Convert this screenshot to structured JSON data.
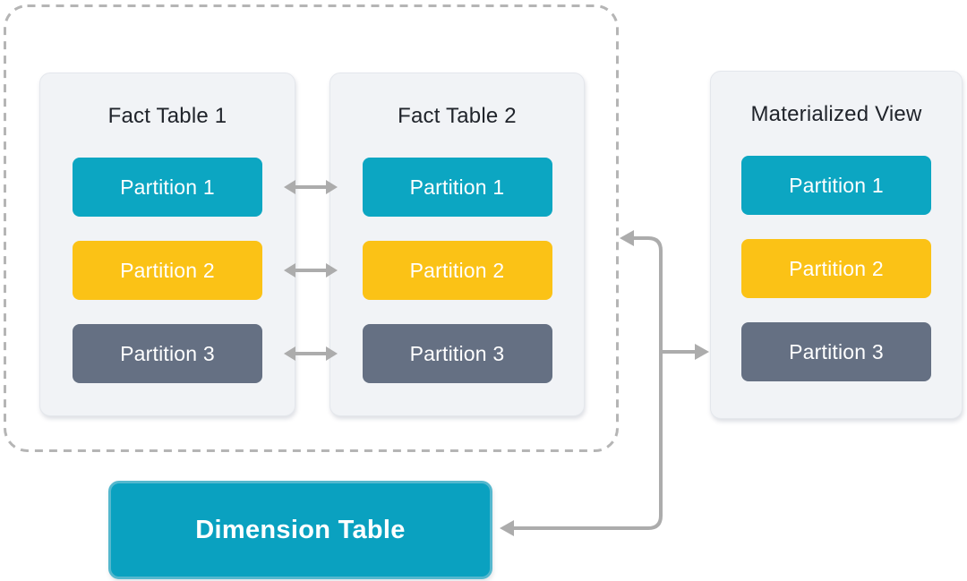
{
  "group": {
    "fact_table_1": {
      "title": "Fact Table 1",
      "partitions": [
        "Partition 1",
        "Partition 2",
        "Partition 3"
      ]
    },
    "fact_table_2": {
      "title": "Fact Table 2",
      "partitions": [
        "Partition 1",
        "Partition 2",
        "Partition 3"
      ]
    }
  },
  "materialized_view": {
    "title": "Materialized View",
    "partitions": [
      "Partition 1",
      "Partition 2",
      "Partition 3"
    ]
  },
  "dimension_table": {
    "label": "Dimension Table"
  },
  "colors": {
    "partition_1": "#0CA6C2",
    "partition_2": "#FBC216",
    "partition_3": "#657083",
    "card_background": "#F1F3F6",
    "card_border": "#E4E7EC",
    "dashed_group_border": "#B5B5B5",
    "arrow": "#ACACAC",
    "dimension_table_fill": "#0AA1C0",
    "dimension_table_border": "#55B8CE",
    "title_text": "#20242B",
    "partition_text": "#FFFFFF"
  }
}
